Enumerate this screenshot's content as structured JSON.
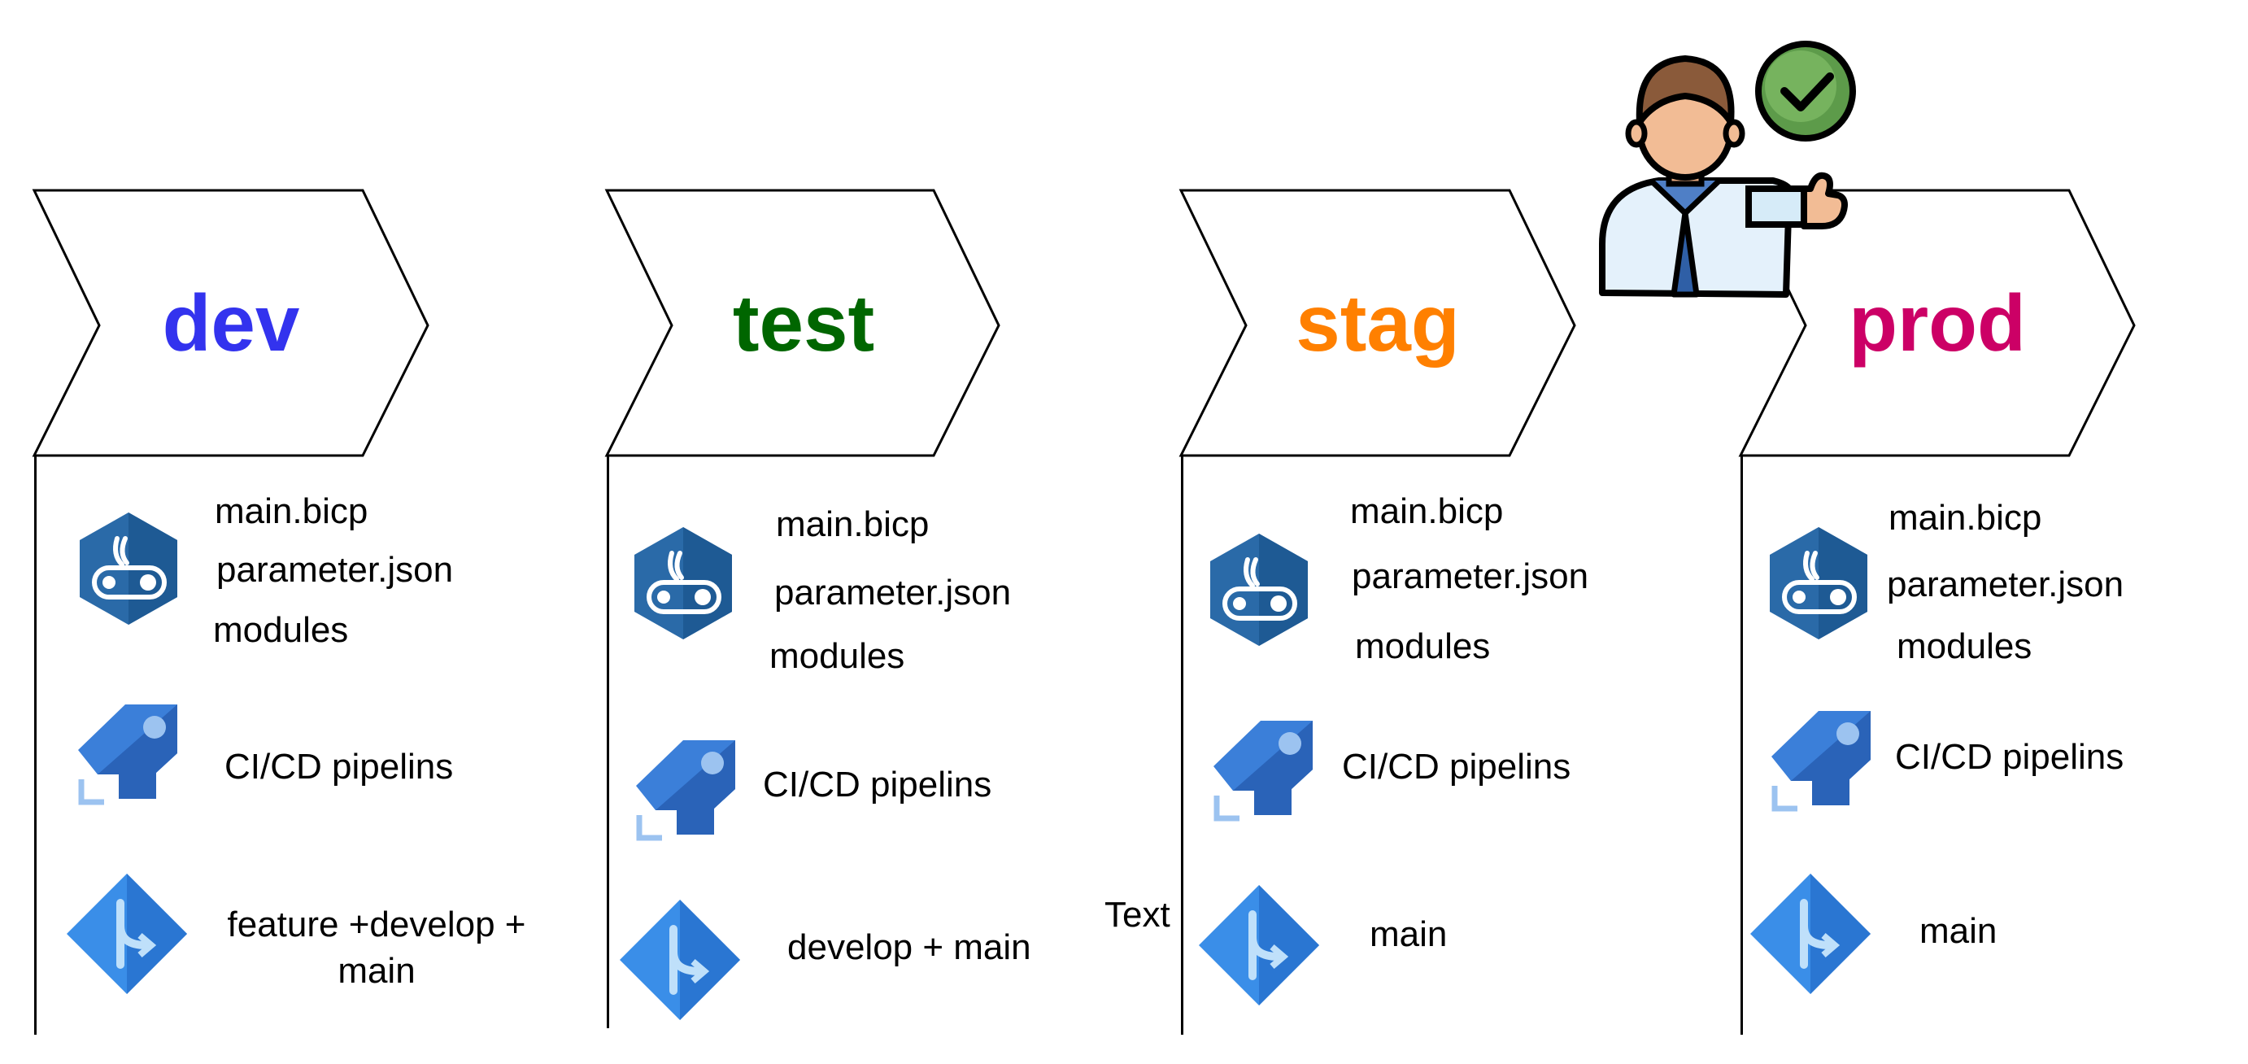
{
  "stages": [
    {
      "name": "dev",
      "color": "#3333ee",
      "files": [
        "main.bicp",
        "parameter.json",
        "modules"
      ],
      "pipelines_label": "CI/CD pipelins",
      "branches_line1": "feature +develop +",
      "branches_line2": "main"
    },
    {
      "name": "test",
      "color": "#006600",
      "files": [
        "main.bicp",
        "parameter.json",
        "modules"
      ],
      "pipelines_label": "CI/CD pipelins",
      "branches_line1": "develop + main",
      "branches_line2": ""
    },
    {
      "name": "stag",
      "color": "#ff8000",
      "files": [
        "main.bicp",
        "parameter.json",
        "modules"
      ],
      "pipelines_label": "CI/CD pipelins",
      "branches_line1": "main",
      "branches_line2": ""
    },
    {
      "name": "prod",
      "color": "#cc0066",
      "files": [
        "main.bicp",
        "parameter.json",
        "modules"
      ],
      "pipelines_label": "CI/CD pipelins",
      "branches_line1": "main",
      "branches_line2": ""
    }
  ],
  "stray_text": "Text",
  "icons": {
    "approver": "person-approval-icon",
    "artifact": "bicep-artifact-icon",
    "pipeline": "azure-pipelines-icon",
    "repo": "azure-repos-branch-icon"
  }
}
